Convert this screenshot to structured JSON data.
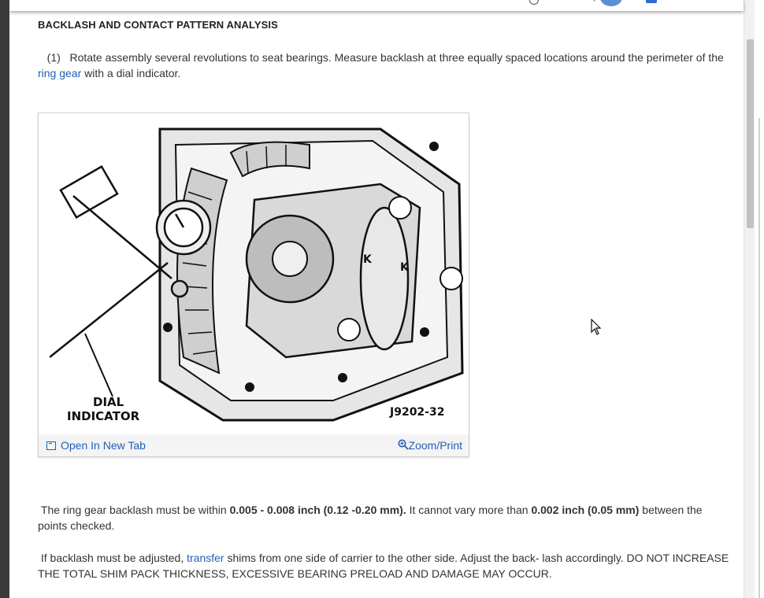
{
  "section": {
    "heading": "BACKLASH AND CONTACT PATTERN ANALYSIS",
    "step_number": "(1)",
    "step_text_before_link": "Rotate assembly several revolutions to seat bearings. Measure backlash at three equally spaced locations around the perimeter of the",
    "step_link": "ring gear",
    "step_text_after_link": "with a dial indicator."
  },
  "figure": {
    "label_line1": "DIAL",
    "label_line2": "INDICATOR",
    "code": "J9202-32",
    "open_tab_label": "Open In New Tab",
    "zoom_label": "Zoom/Print",
    "open_tab_icon": "open-in-new-tab-icon",
    "zoom_icon": "magnifier-plus-icon"
  },
  "spec": {
    "text1": "The ring gear backlash must be within",
    "value1": "0.005 - 0.008 inch (0.12 -0.20 mm).",
    "text2": "It cannot vary more than",
    "value2": "0.002 inch (0.05 mm)",
    "text3": "between the points checked."
  },
  "adjust": {
    "text_before_link": "If backlash must be adjusted,",
    "link": "transfer",
    "text_after_link": "shims from one side of carrier to the other side. Adjust the back- lash accordingly. DO NOT INCREASE THE TOTAL SHIM PACK THICKNESS, EXCESSIVE BEARING PRELOAD AND DAMAGE MAY OCCUR."
  },
  "colors": {
    "link": "#1f5fb5",
    "text": "#333333",
    "accent": "#2b6cd1"
  }
}
